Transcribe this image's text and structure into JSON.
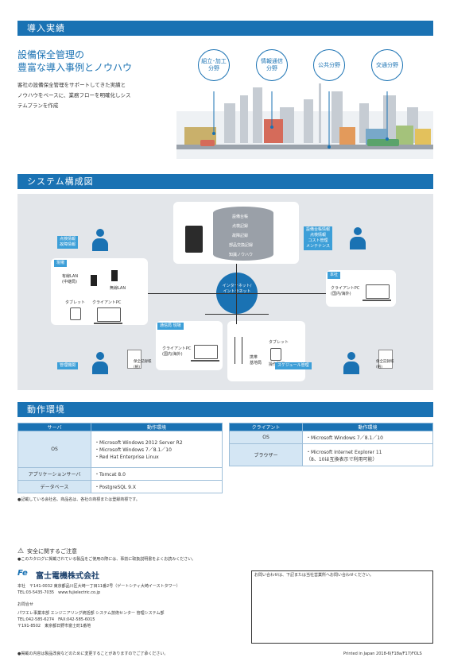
{
  "s1": {
    "title": "導入実績",
    "heading1": "設備保全管理の",
    "heading2": "豊富な導入事例とノウハウ",
    "body1": "客社の設備保全管理をサポートしてきた実績と",
    "body2": "ノウハウをベースに、業務フローを明確化しシス",
    "body3": "テムプランを作成",
    "bubbles": [
      "組立･加工\n分野",
      "情報通信\n分野",
      "公共分野",
      "交通分野"
    ]
  },
  "s2": {
    "title": "システム構成図",
    "db": [
      "設備台帳",
      "点検記録",
      "故障記録",
      "部品交換記録",
      "知識ノウハウ"
    ],
    "left_tag": "点検情報\n故障情報",
    "right_tag": "設備台帳情報\n点検情報\nコスト管理\nメンテナンス",
    "site_tag": "現場",
    "lan_pc": "有線LAN\n(中継局)",
    "lan": "無線LAN",
    "tablet": "タブレット",
    "client_pc": "クライアントPC",
    "center": "インターネット/\nイントラネット",
    "honsha": "本社",
    "client_pc2": "クライアントPC\n(国内/海外)",
    "tsushin": "通信局 現場",
    "client_pc3": "クライアントPC\n(国内/海外)",
    "tower": "携帯\n基地局",
    "tablet2": "タブレット",
    "tablet_sub": "操作現場",
    "kanri": "管理機関",
    "sched": "スケジュール管理",
    "doc1": "保全記録帳\n(紙)",
    "doc2": "保全記録帳\n(紙)"
  },
  "s3": {
    "title": "動作環境",
    "server": {
      "h1": "サーバ",
      "h2": "動作環境",
      "rows": [
        {
          "k": "OS",
          "v": [
            "・Microsoft Windows 2012 Server R2",
            "・Microsoft Windows 7／8.1／10",
            "・Red Hat Enterprise Linux"
          ]
        },
        {
          "k": "アプリケーションサーバ",
          "v": [
            "・Tomcat 8.0"
          ]
        },
        {
          "k": "データベース",
          "v": [
            "・PostgreSQL 9.X"
          ]
        }
      ]
    },
    "client": {
      "h1": "クライアント",
      "h2": "動作環境",
      "rows": [
        {
          "k": "OS",
          "v": [
            "・Microsoft Windows 7／8.1／10"
          ]
        },
        {
          "k": "ブラウザー",
          "v": [
            "・Microsoft Internet Explorer 11",
            "（8、10は互換表示で利用可能）"
          ]
        }
      ]
    },
    "note": "●記載している会社名、商品名は、各社の商標または登録商標です。"
  },
  "footer": {
    "safety": "安全に関するご注意",
    "safety_note": "●このカタログに掲載されている製品をご使用の際には、事前に取扱説明書をよくお読みください。",
    "company": "富士電機株式会社",
    "addr": "本社　〒141-0032 東京都品川区大崎一丁目11番2号（ゲートシティ大崎イーストタワー）",
    "tel": "TEL:03-5435-7035　www.fujielectric.co.jp",
    "contact": "お問合せ",
    "c1": "パワエレ事業本部 エンジニアリング統括部 システム技術センター 管理システム部",
    "c2": "TEL:042-585-6274　FAX:042-585-6015",
    "c3": "〒191-8502　東京都日野市富士町1番地",
    "box": "お問い合わせは、下記または当社営業所へお問い合わせください。",
    "disc": "●掲載の内容は製品改良などのために変更することがありますのでご了承ください。",
    "printed": "Printed in Japan 2018-6(F18a/F17)FOLS"
  }
}
